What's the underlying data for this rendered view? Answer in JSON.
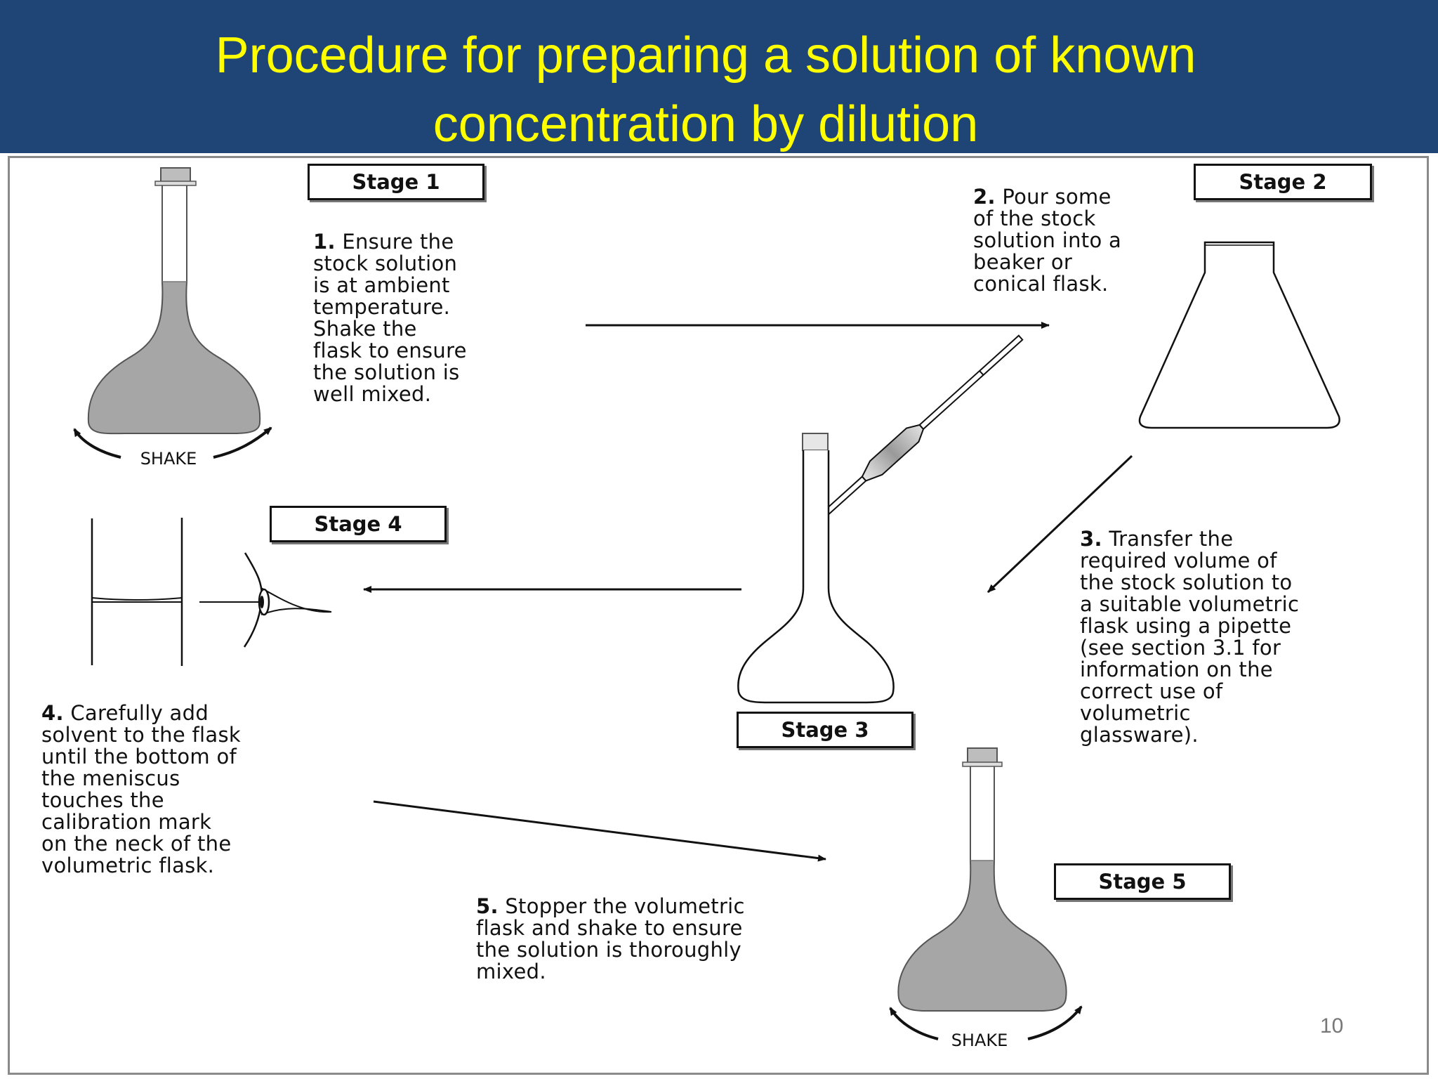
{
  "slide": {
    "title_lines": [
      "Procedure for preparing a solution of known",
      "concentration by dilution"
    ],
    "page_number": "10"
  },
  "diagram": {
    "stages": [
      {
        "label": "Stage 1",
        "step_number": "1.",
        "step_text": "Ensure the\nstock solution\nis at ambient\ntemperature.\nShake the\nflask to ensure\nthe solution is\nwell mixed."
      },
      {
        "label": "Stage 2",
        "step_number": "2.",
        "step_text": "Pour some\nof the stock\nsolution into a\nbeaker or\nconical flask."
      },
      {
        "label": "Stage 3",
        "step_number": "3.",
        "step_text": "Transfer the\nrequired volume of\nthe stock solution to\na suitable volumetric\nflask using a pipette\n(see section 3.1 for\ninformation on the\ncorrect use of\nvolumetric\nglassware)."
      },
      {
        "label": "Stage 4",
        "step_number": "4.",
        "step_text": "Carefully add\nsolvent to the flask\nuntil the bottom of\nthe meniscus\ntouches the\ncalibration mark\non the neck of the\nvolumetric flask."
      },
      {
        "label": "Stage 5",
        "step_number": "5.",
        "step_text": "Stopper  the volumetric\nflask and shake to ensure\nthe solution is thoroughly\nmixed."
      }
    ],
    "shake_label": "SHAKE",
    "colors": {
      "header_bg": "#1f4577",
      "title_text": "#ffff00",
      "liquid_fill": "#a6a6a6",
      "stopper_fill": "#bdbdbd"
    }
  }
}
